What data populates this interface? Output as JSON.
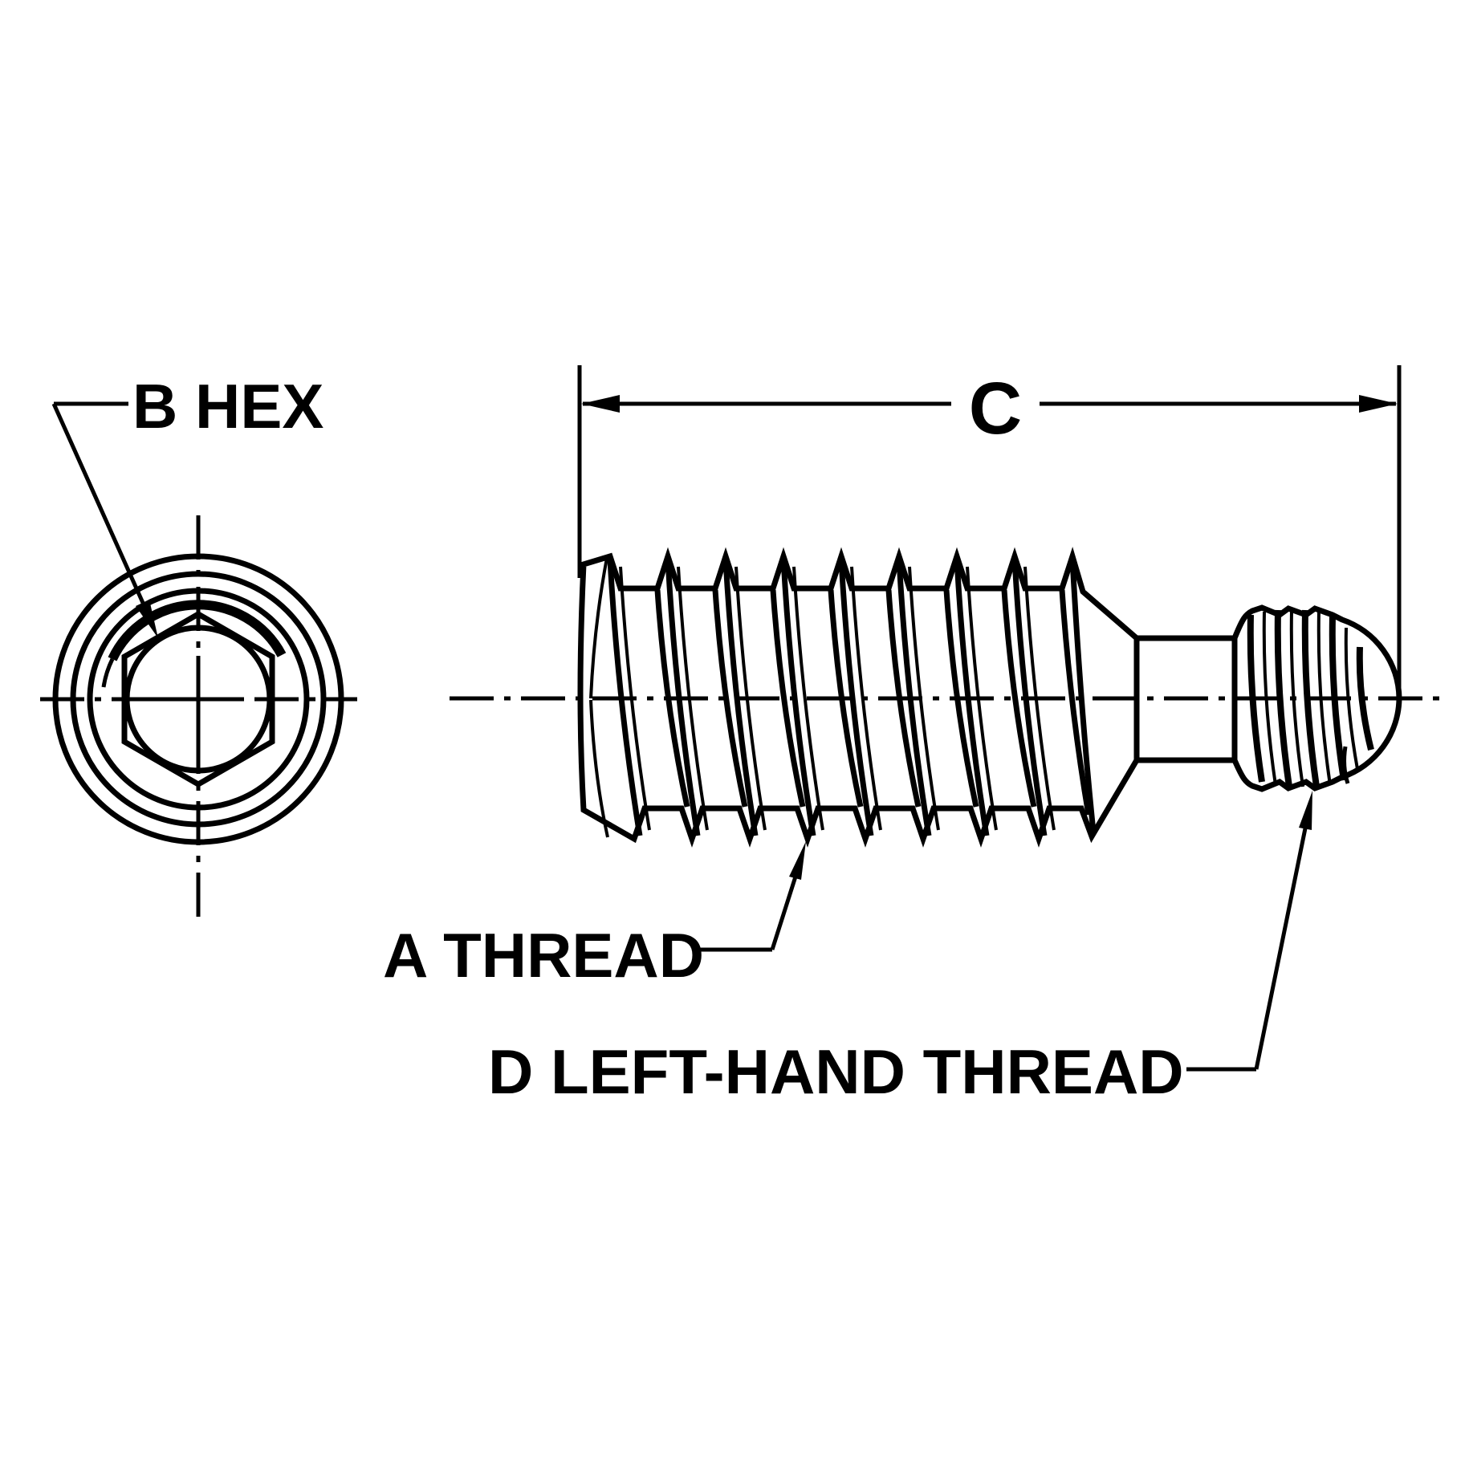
{
  "drawing": {
    "labels": {
      "hex_socket": "B HEX",
      "overall_length": "C",
      "main_thread": "A THREAD",
      "left_hand_thread": "D LEFT-HAND THREAD"
    },
    "colors": {
      "line": "#000000",
      "background": "#ffffff"
    }
  }
}
